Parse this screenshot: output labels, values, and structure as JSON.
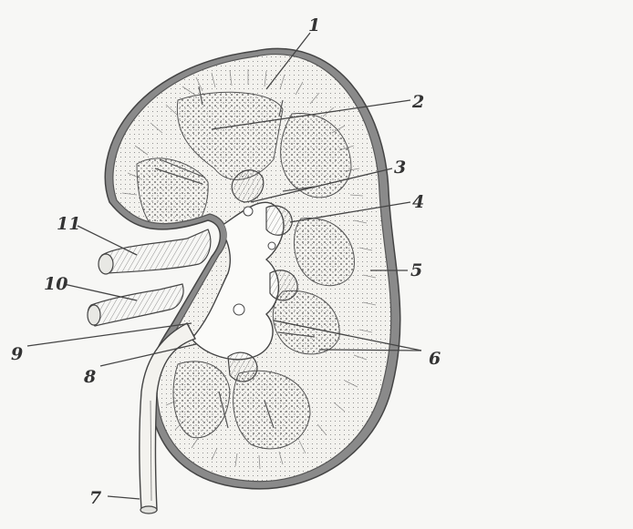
{
  "colors": {
    "ink": "#3a3a3a",
    "background": "#f7f7f5",
    "capsule": "#8a8a8a"
  },
  "labels": [
    {
      "id": "1",
      "text": "1"
    },
    {
      "id": "2",
      "text": "2"
    },
    {
      "id": "3",
      "text": "3"
    },
    {
      "id": "4",
      "text": "4"
    },
    {
      "id": "5",
      "text": "5"
    },
    {
      "id": "6",
      "text": "6"
    },
    {
      "id": "7",
      "text": "7"
    },
    {
      "id": "8",
      "text": "8"
    },
    {
      "id": "9",
      "text": "9"
    },
    {
      "id": "10",
      "text": "10"
    },
    {
      "id": "11",
      "text": "11"
    }
  ]
}
